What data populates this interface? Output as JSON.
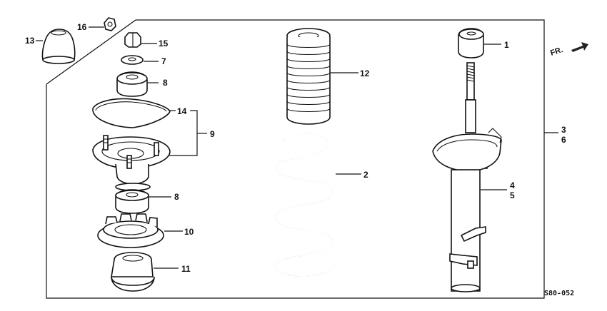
{
  "diagram": {
    "orientation_label": "FR.",
    "drawing_code": "S80-052",
    "callouts": {
      "c1": "1",
      "c2": "2",
      "c3": "3",
      "c4": "4",
      "c5": "5",
      "c6": "6",
      "c7": "7",
      "c8a": "8",
      "c8b": "8",
      "c9": "9",
      "c10": "10",
      "c11": "11",
      "c12": "12",
      "c13": "13",
      "c14": "14",
      "c15": "15",
      "c16": "16"
    }
  }
}
